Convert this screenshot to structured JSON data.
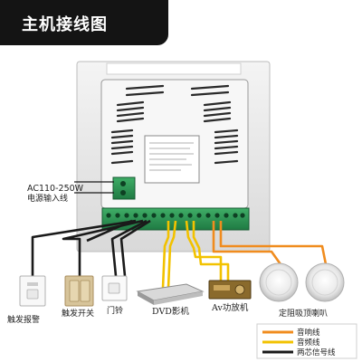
{
  "title": "主机接线图",
  "power": {
    "voltage": "AC110-250W",
    "label": "电源输入线"
  },
  "devices": {
    "alarm": "触发报警",
    "switch": "触发开关",
    "bell": "门铃",
    "dvd": "DVD影机",
    "amp": "Av功放机",
    "speaker": "定阻吸顶喇叭"
  },
  "legend": [
    {
      "label": "音响线",
      "color": "#f08c1e"
    },
    {
      "label": "音频线",
      "color": "#f2c200"
    },
    {
      "label": "两芯信号线",
      "color": "#1a1a1a"
    }
  ]
}
